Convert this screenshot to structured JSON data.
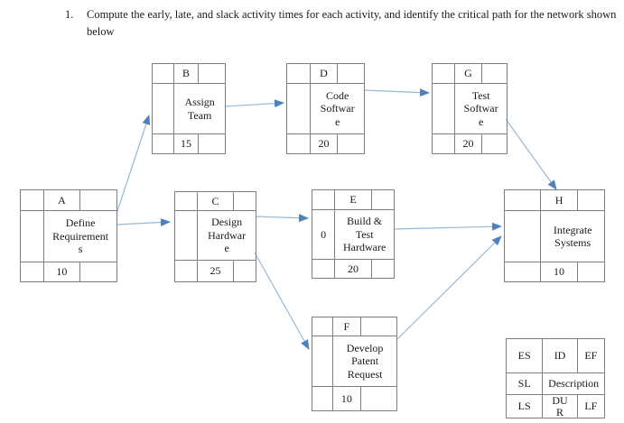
{
  "title": {
    "number": "1.",
    "text": "Compute the early, late, and slack activity times for each activity, and identify the critical path for the network shown below"
  },
  "diagram": {
    "nodes": [
      {
        "id": "A",
        "description": "Define Requirements",
        "duration": "10",
        "slack": ""
      },
      {
        "id": "B",
        "description": "Assign Team",
        "duration": "15",
        "slack": ""
      },
      {
        "id": "C",
        "description": "Design Hardware",
        "duration": "25",
        "slack": ""
      },
      {
        "id": "D",
        "description": "Code Software",
        "duration": "20",
        "slack": ""
      },
      {
        "id": "E",
        "description": "Build & Test Hardware",
        "duration": "20",
        "slack": "0"
      },
      {
        "id": "F",
        "description": "Develop Patent Request",
        "duration": "10",
        "slack": ""
      },
      {
        "id": "G",
        "description": "Test Software",
        "duration": "20",
        "slack": ""
      },
      {
        "id": "H",
        "description": "Integrate Systems",
        "duration": "10",
        "slack": ""
      }
    ],
    "edges": [
      {
        "from": "A",
        "to": "B"
      },
      {
        "from": "A",
        "to": "C"
      },
      {
        "from": "B",
        "to": "D"
      },
      {
        "from": "D",
        "to": "G"
      },
      {
        "from": "C",
        "to": "E"
      },
      {
        "from": "C",
        "to": "F"
      },
      {
        "from": "E",
        "to": "H"
      },
      {
        "from": "F",
        "to": "H"
      },
      {
        "from": "G",
        "to": "H"
      }
    ]
  },
  "legend": {
    "es": "ES",
    "id_label": "ID",
    "ef": "EF",
    "sl": "SL",
    "description": "Description",
    "ls": "LS",
    "dur": "DUR",
    "lf": "LF"
  },
  "colors": {
    "arrow_line": "#97bada",
    "arrow_head": "#4f81bd",
    "table_border": "#7f7f7f",
    "text": "#1a1a1a"
  }
}
